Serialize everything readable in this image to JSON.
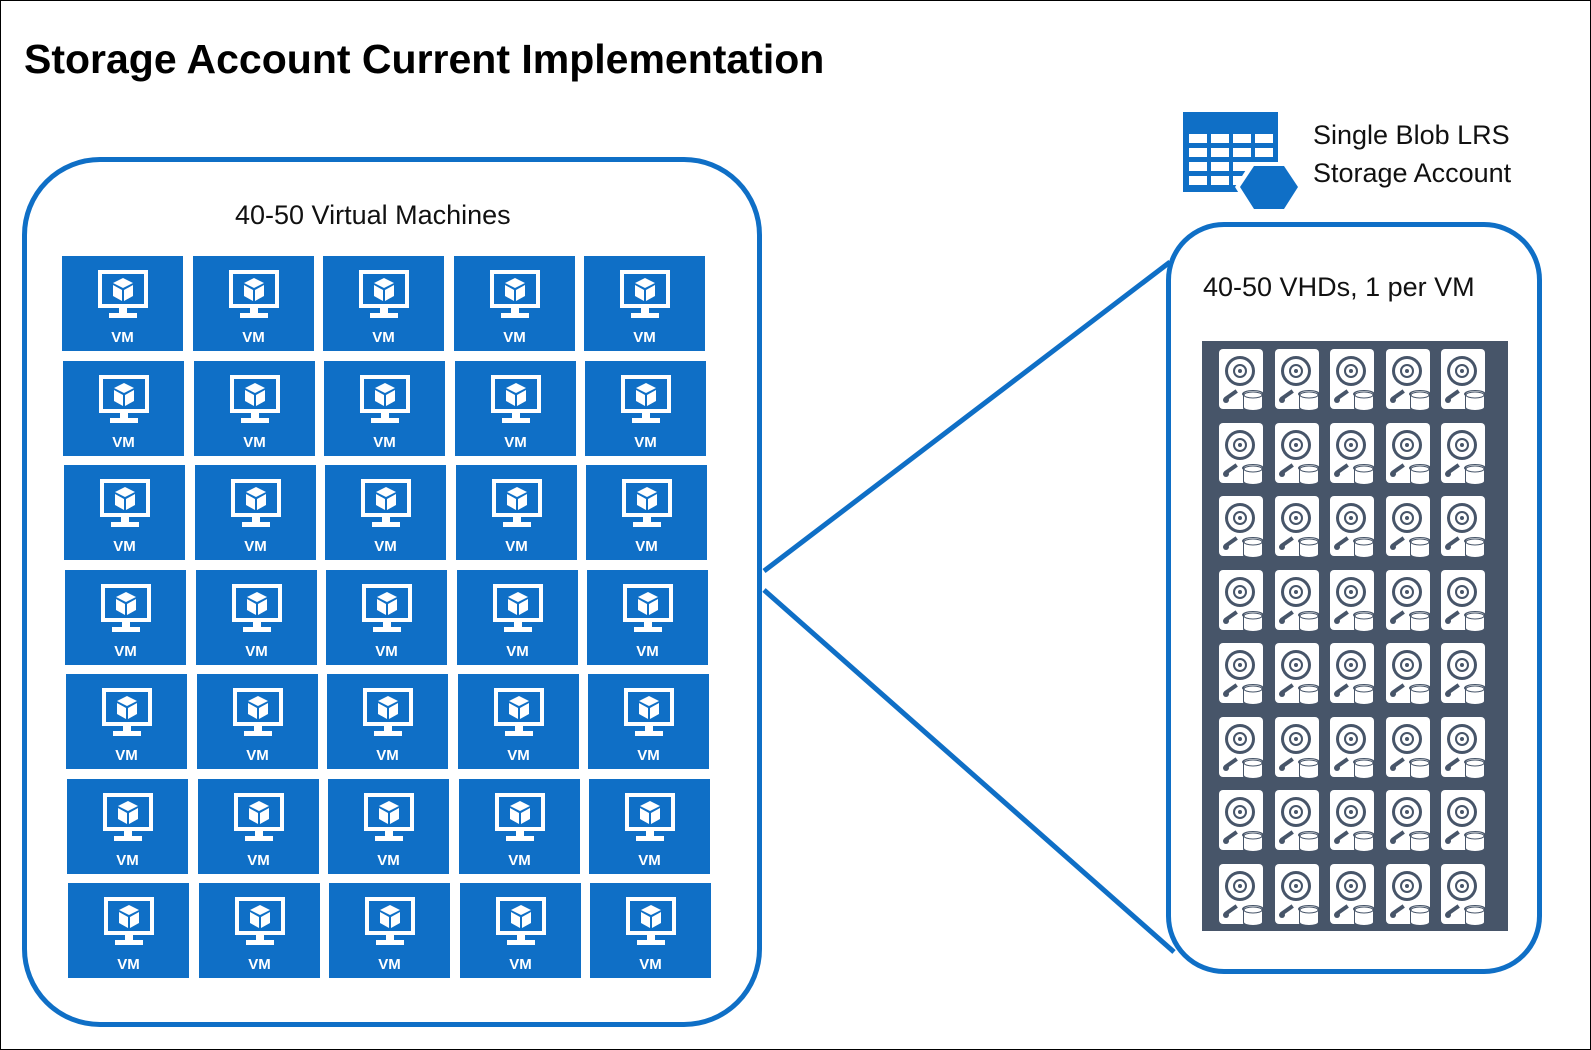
{
  "title": "Storage Account Current Implementation",
  "vm_group": {
    "label": "40-50 Virtual Machines",
    "tile_label": "VM",
    "rows": 7,
    "columns": 5,
    "icon": "monitor-with-cube-icon"
  },
  "storage_account": {
    "title_line1": "Single Blob LRS",
    "title_line2": "Storage Account",
    "icon": "blob-storage-table-icon",
    "vhd_label": "40-50 VHDs, 1 per VM",
    "vhd_rows": 8,
    "vhd_columns": 5,
    "vhd_icon": "hard-disk-drive-icon"
  },
  "colors": {
    "azure_blue": "#0f6fc6",
    "vhd_panel": "#475569",
    "text": "#111111"
  }
}
